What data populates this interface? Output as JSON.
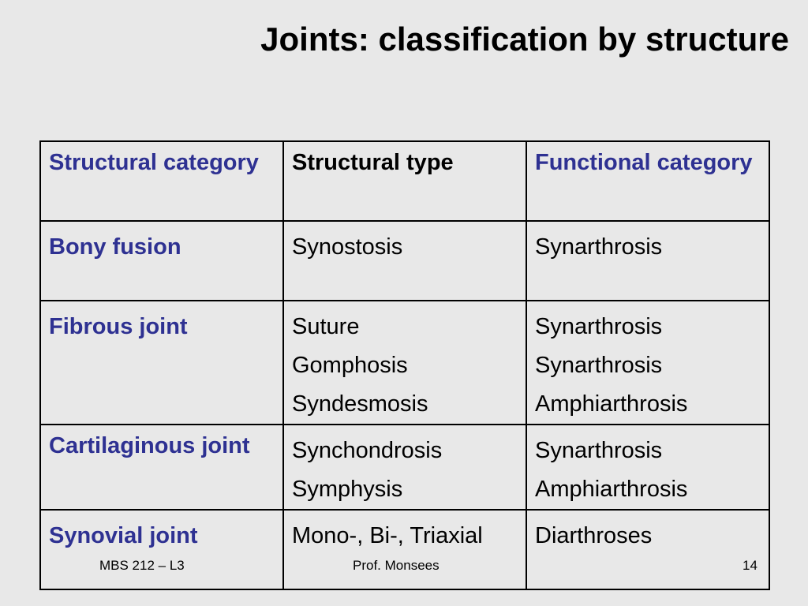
{
  "slide": {
    "title": "Joints: classification by structure"
  },
  "table": {
    "headers": {
      "structural_category": "Structural category",
      "structural_type": "Structural type",
      "functional_category": "Functional category"
    },
    "rows": [
      {
        "category": "Bony fusion",
        "types": [
          "Synostosis"
        ],
        "functional": [
          "Synarthrosis"
        ]
      },
      {
        "category": "Fibrous joint",
        "types": [
          "Suture",
          "Gomphosis",
          "Syndesmosis"
        ],
        "functional": [
          "Synarthrosis",
          "Synarthrosis",
          "Amphiarthrosis"
        ]
      },
      {
        "category": "Cartilaginous joint",
        "types": [
          "Synchondrosis",
          "Symphysis"
        ],
        "functional": [
          "Synarthrosis",
          "Amphiarthrosis"
        ]
      },
      {
        "category": "Synovial joint",
        "types": [
          "Mono-, Bi-, Triaxial"
        ],
        "functional": [
          "Diarthroses"
        ]
      }
    ]
  },
  "footer": {
    "course": "MBS 212 – L3",
    "author": "Prof. Monsees",
    "page_number": "14"
  },
  "colors": {
    "background": "#e8e8e8",
    "category_text": "#2e3192",
    "body_text": "#000000"
  }
}
